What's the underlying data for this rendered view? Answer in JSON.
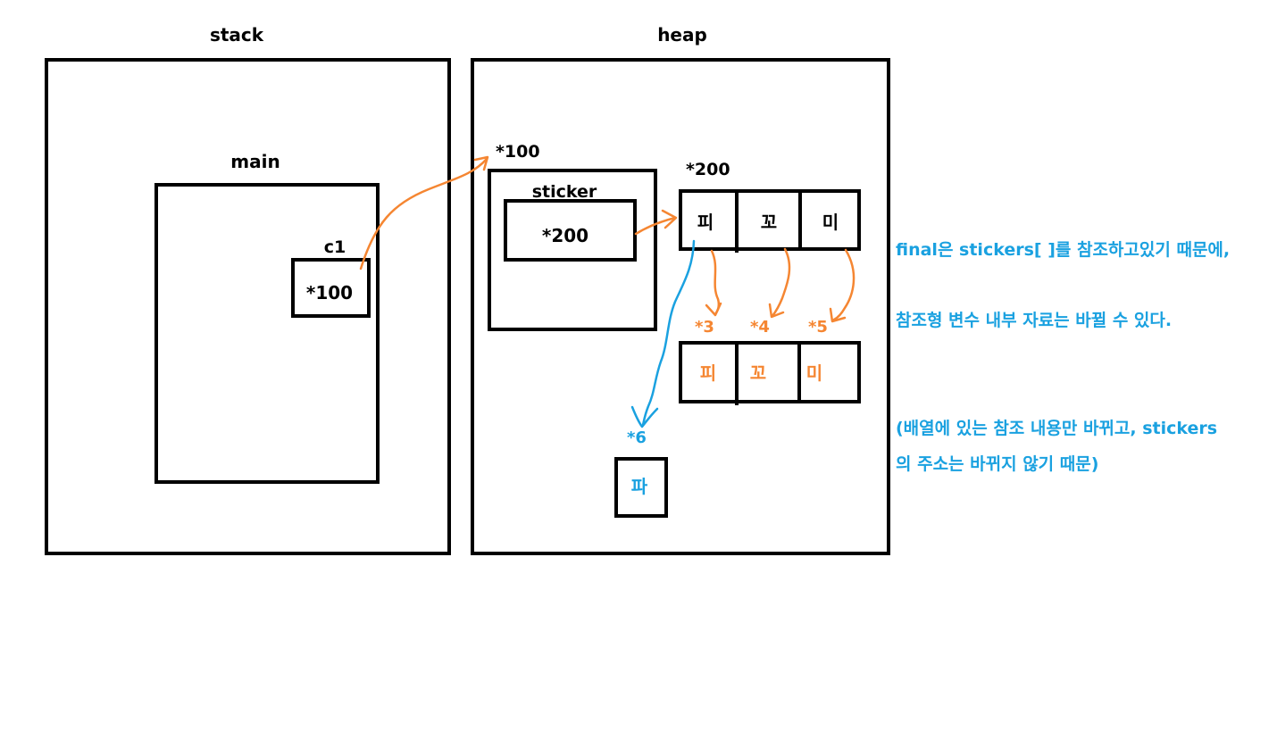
{
  "stack": {
    "title": "stack"
  },
  "heap": {
    "title": "heap"
  },
  "main_frame": {
    "label": "main"
  },
  "var_c1": {
    "label": "c1",
    "value": "*100"
  },
  "object": {
    "address": "*100",
    "field_label": "sticker",
    "field_value": "*200"
  },
  "array": {
    "address": "*200",
    "cells": [
      "피",
      "꼬",
      "미"
    ]
  },
  "strings": {
    "addresses": [
      "*3",
      "*4",
      "*5"
    ],
    "cells": [
      "피",
      "꼬",
      "미"
    ]
  },
  "new_string": {
    "address": "*6",
    "value": "파"
  },
  "notes": [
    "final은 stickers[ ]를 참조하고있기 때문에,",
    "참조형 변수 내부 자료는 바뀔 수 있다.",
    "(배열에 있는 참조 내용만 바뀌고, stickers",
    "의 주소는 바뀌지 않기 때문)"
  ],
  "colors": {
    "orange": "#f58632",
    "blue": "#1aa1e0",
    "ink": "#000000"
  }
}
